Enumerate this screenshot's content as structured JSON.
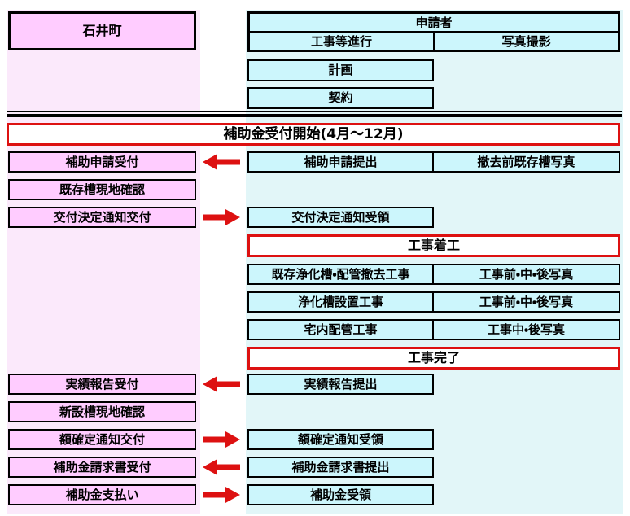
{
  "colors": {
    "box_pink": "#ffccff",
    "panel_pink": "#fbe9fb",
    "box_cyan": "#ccf6fc",
    "panel_cyan": "#e2f6f8",
    "red": "#dd1111",
    "ink": "#000000"
  },
  "town": {
    "label": "石井町"
  },
  "applicant": {
    "header": "申請者",
    "col_progress": "工事等進行",
    "col_photo": "写真撮影",
    "plan": "計画",
    "contract": "契約"
  },
  "banner": {
    "label": "補助金受付開始(4月～12月)"
  },
  "milestones": {
    "start": "工事着工",
    "end": "工事完了"
  },
  "steps": {
    "town_rows": [
      {
        "label": "補助申請受付"
      },
      {
        "label": "既存槽現地確認"
      },
      {
        "label": "交付決定通知交付"
      },
      {
        "label": "実績報告受付"
      },
      {
        "label": "新設槽現地確認"
      },
      {
        "label": "額確定通知交付"
      },
      {
        "label": "補助金請求書受付"
      },
      {
        "label": "補助金支払い"
      }
    ],
    "applicant_rows": [
      {
        "left": "補助申請提出",
        "right": "撤去前既存槽写真"
      },
      {
        "left": "交付決定通知受領"
      },
      {
        "left": "既存浄化槽・配管撤去工事",
        "right": "工事前・中・後写真"
      },
      {
        "left": "浄化槽設置工事",
        "right": "工事前・中・後写真"
      },
      {
        "left": "宅内配管工事",
        "right": "工事中・後写真"
      },
      {
        "left": "実績報告提出"
      },
      {
        "left": "額確定通知受領"
      },
      {
        "left": "補助金請求書提出"
      },
      {
        "left": "補助金受領"
      }
    ]
  }
}
